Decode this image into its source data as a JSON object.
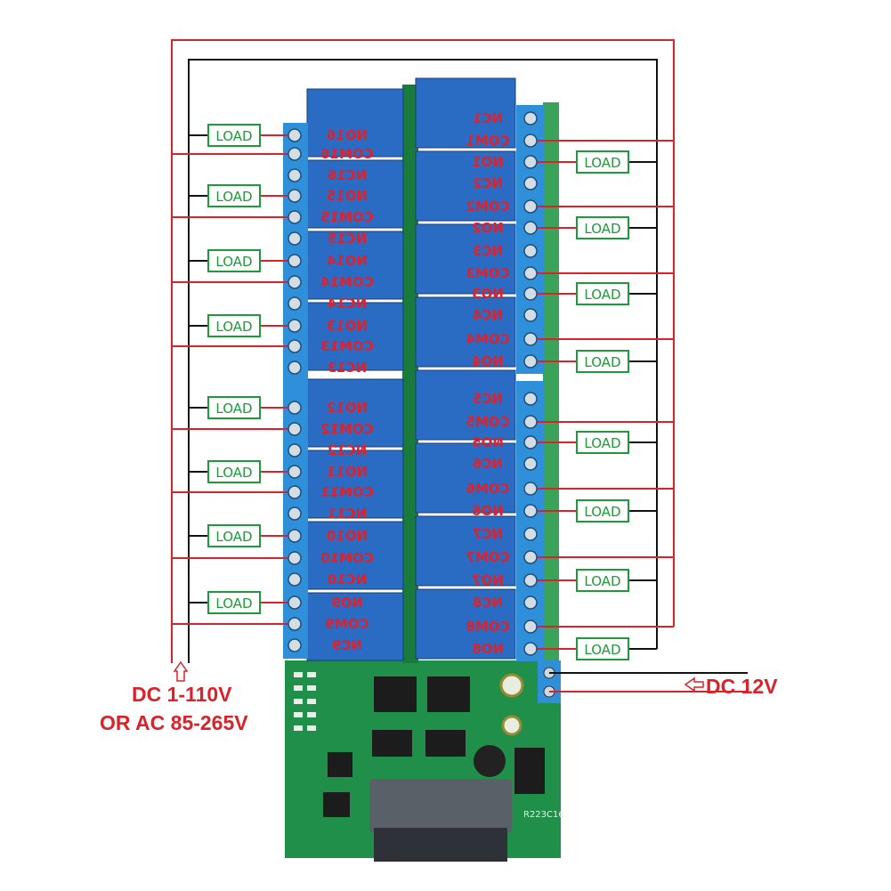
{
  "diagram": {
    "colors": {
      "live_wire": "#d8232a",
      "neutral_wire": "#111111",
      "load_box": "#1f9a3a",
      "relay": "#2a6cc4",
      "terminal": "#2f8fd8",
      "pcb": "#1f8f4a"
    },
    "load_label": "LOAD",
    "supply_label_line1": "DC 1-110V",
    "supply_label_line2": "OR AC 85-265V",
    "power_label": "DC 12V",
    "power_arrow_icon": "arrow-left-outline-icon",
    "supply_arrow_icon": "arrow-up-outline-icon",
    "right_terminals": [
      "NC1",
      "COM1",
      "NO1",
      "NC2",
      "COM2",
      "NO2",
      "NC3",
      "COM3",
      "NO3",
      "NC4",
      "COM4",
      "NO4",
      "NC5",
      "COM5",
      "NO5",
      "NC6",
      "COM6",
      "NO6",
      "NC7",
      "COM7",
      "NO7",
      "NC8",
      "COM8",
      "NO8"
    ],
    "left_terminals": [
      "NO16",
      "COM16",
      "NC16",
      "NO15",
      "COM15",
      "NC15",
      "NO14",
      "COM14",
      "NC14",
      "NO13",
      "COM13",
      "NC13",
      "NO12",
      "COM12",
      "NC12",
      "NO11",
      "COM11",
      "NC11",
      "NO10",
      "COM10",
      "NC10",
      "NO9",
      "COM9",
      "NC9"
    ],
    "relay_count": 16,
    "board_marking": "R223C16"
  }
}
